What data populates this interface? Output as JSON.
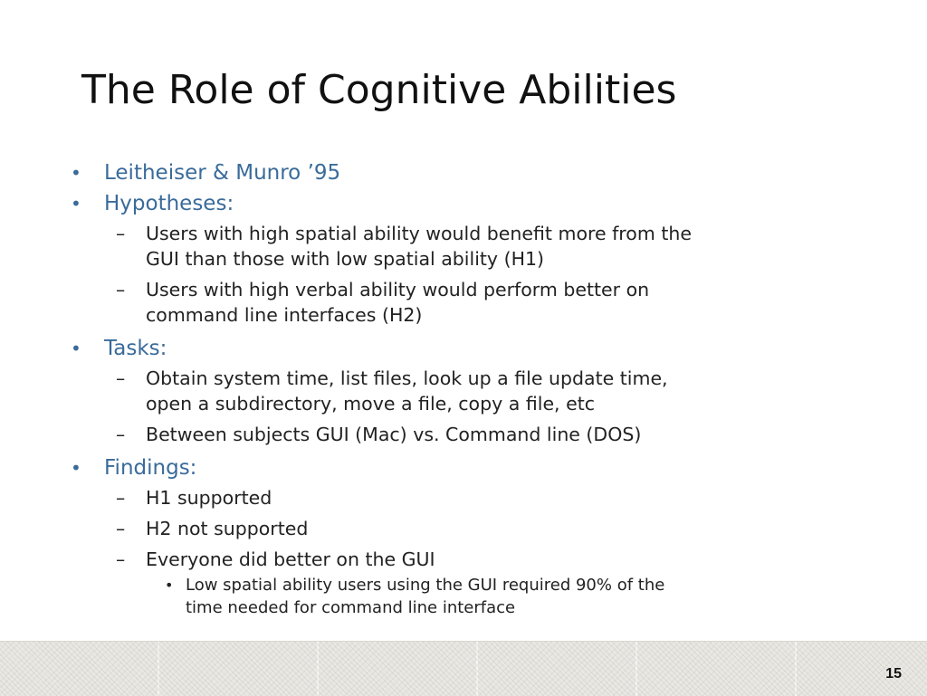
{
  "slide": {
    "title": "The Role of Cognitive Abilities",
    "bullet_symbol": "•",
    "dash_symbol": "–",
    "items": [
      {
        "text": "Leitheiser & Munro ’95"
      },
      {
        "text": "Hypotheses:",
        "sub": [
          {
            "text": "Users with high spatial ability would benefit more from the\nGUI than those with low spatial ability (H1)"
          },
          {
            "text": "Users with high verbal ability would perform better on\ncommand line interfaces (H2)"
          }
        ]
      },
      {
        "text": "Tasks:",
        "sub": [
          {
            "text": "Obtain system time, list files, look up a file update time,\nopen a subdirectory, move a file, copy a file, etc"
          },
          {
            "text": "Between subjects GUI (Mac) vs. Command line (DOS)"
          }
        ]
      },
      {
        "text": "Findings:",
        "sub": [
          {
            "text": "H1 supported"
          },
          {
            "text": "H2 not supported"
          },
          {
            "text": "Everyone did better on the GUI",
            "sub": [
              {
                "text": "Low spatial ability users using the GUI required 90% of the\ntime needed for command line interface"
              }
            ]
          }
        ]
      }
    ],
    "page_number": "15"
  },
  "colors": {
    "bullet_level1": "#3a6b9a",
    "body_text": "#222222",
    "footer_bg": "#e9e8e3"
  }
}
